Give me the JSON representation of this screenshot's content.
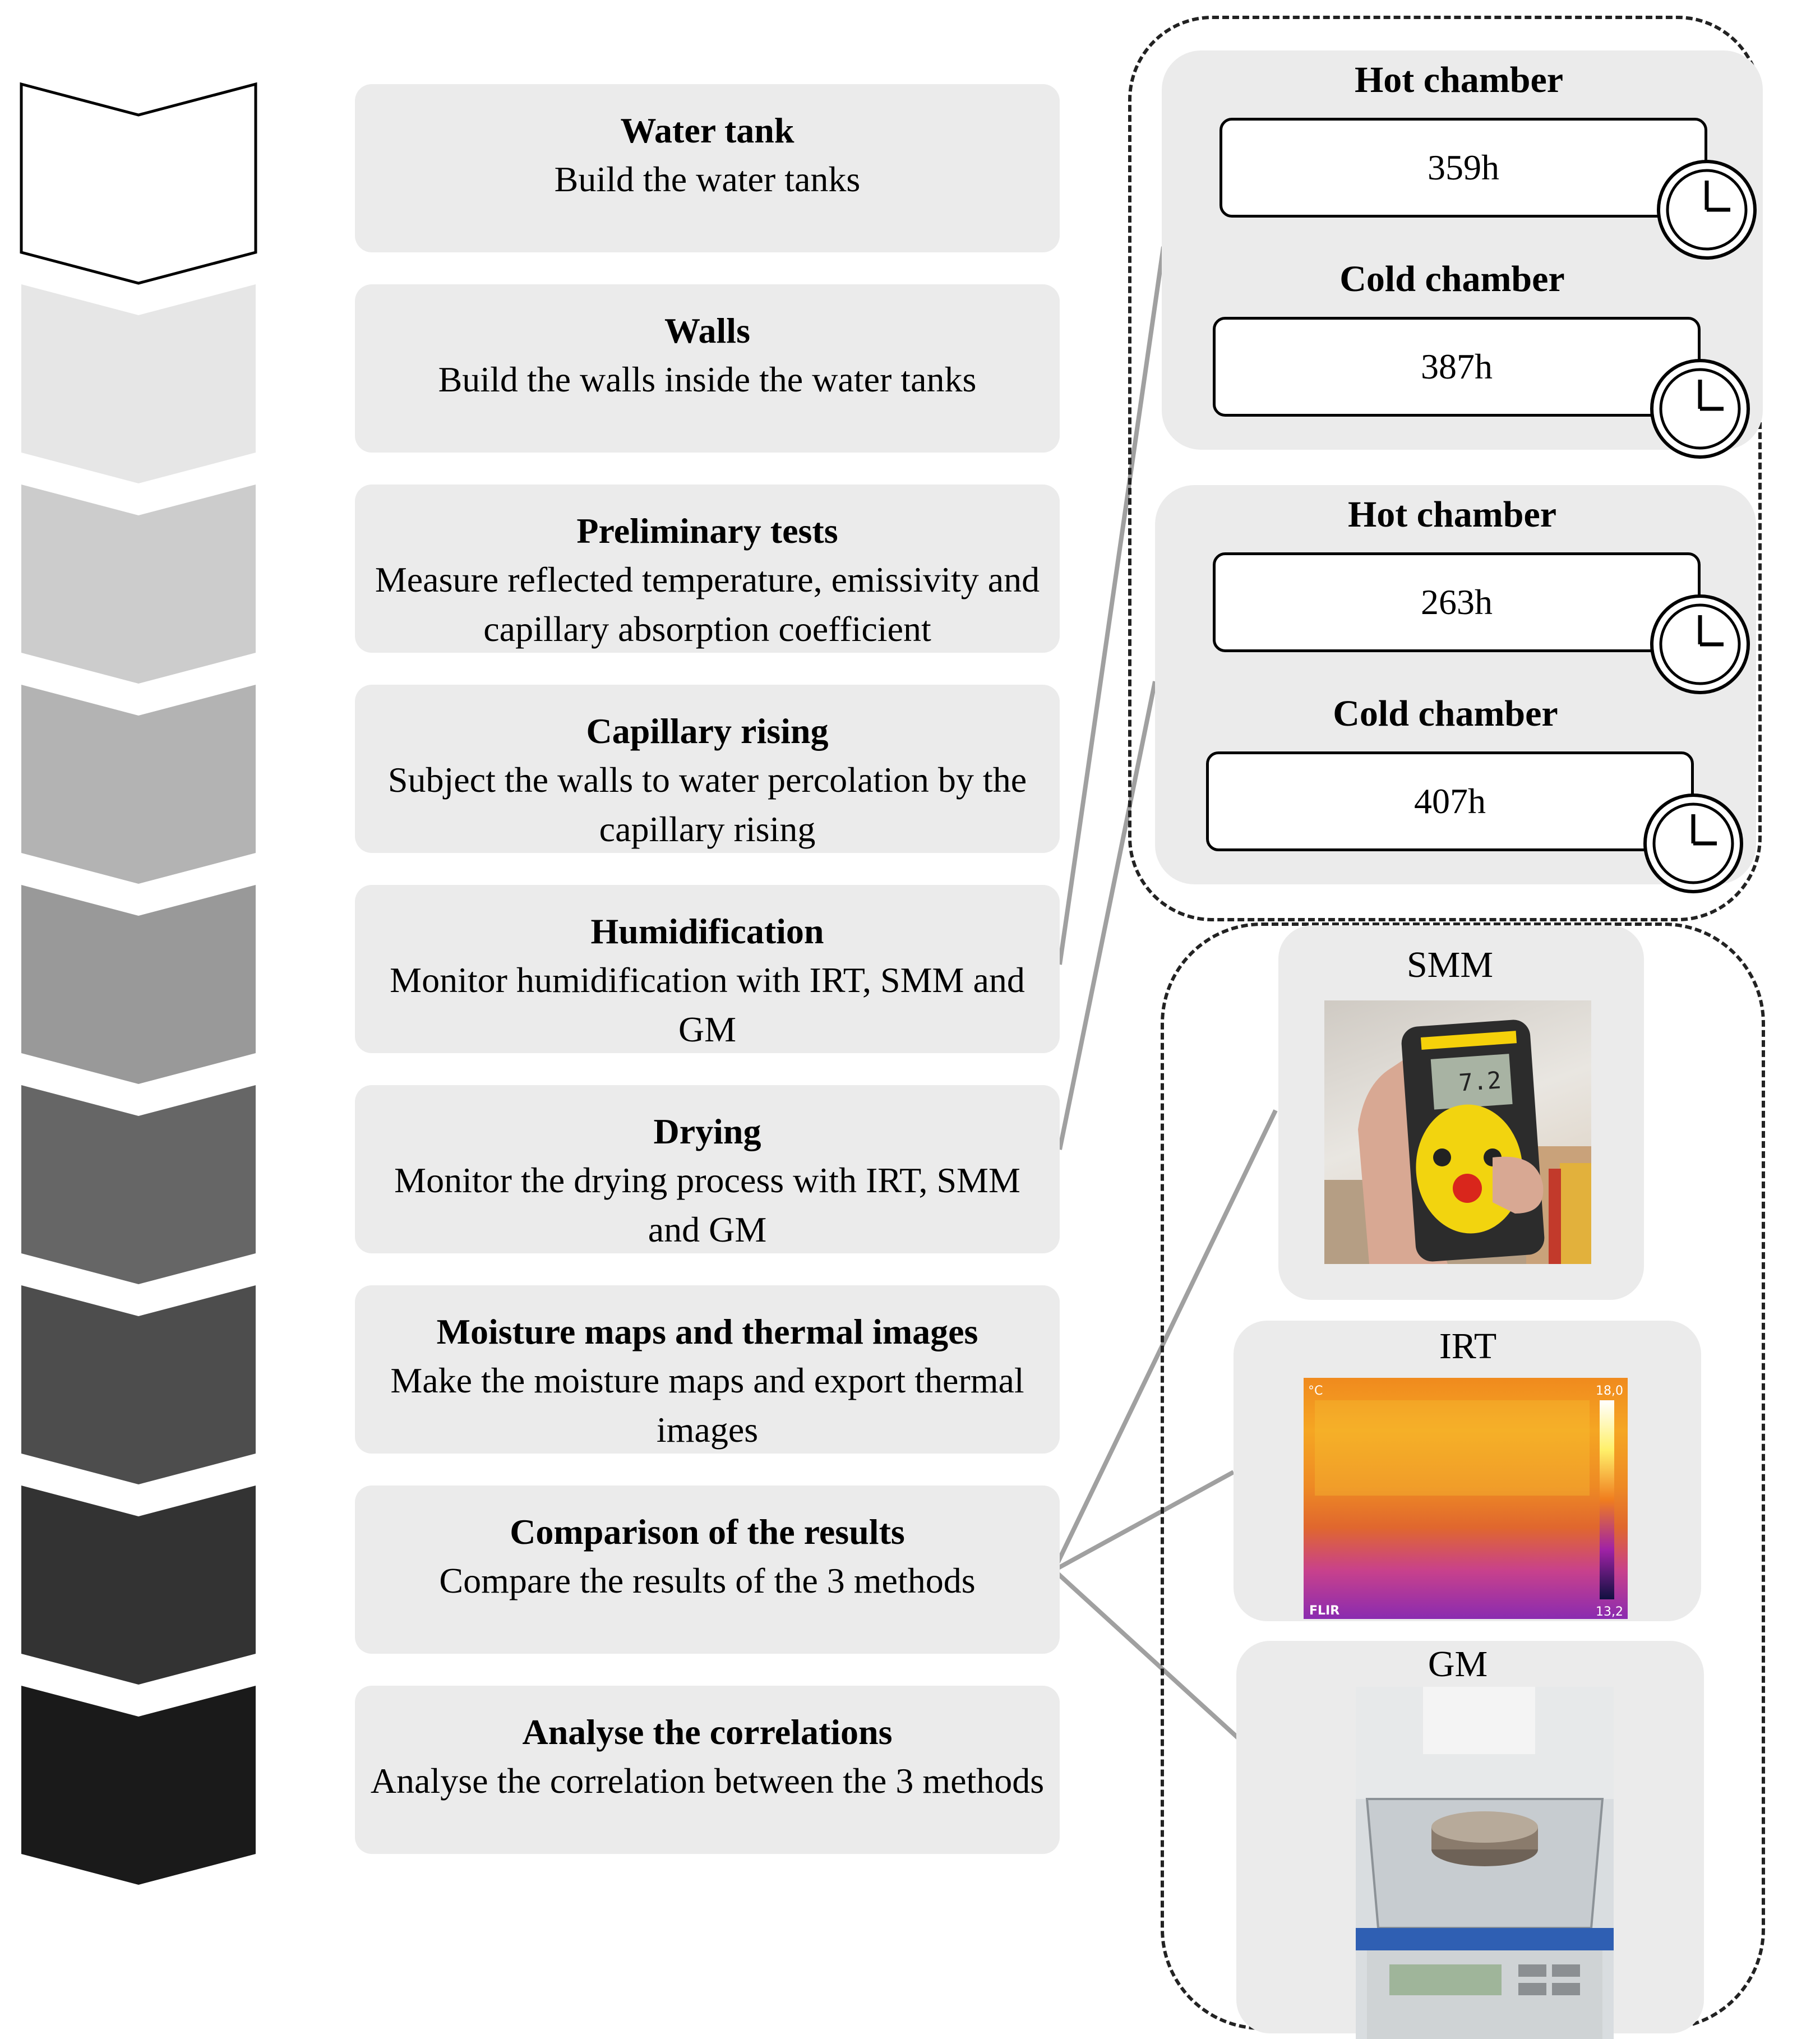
{
  "steps": [
    {
      "title": "Water tank",
      "description": "Build the water tanks",
      "shade": "#ffffff"
    },
    {
      "title": "Walls",
      "description": "Build the walls inside the water tanks",
      "shade": "#e6e6e6"
    },
    {
      "title": "Preliminary tests",
      "description": "Measure reflected temperature, emissivity and capillary absorption coefficient",
      "shade": "#cccccc"
    },
    {
      "title": "Capillary rising",
      "description": "Subject the walls to water percolation by the capillary rising",
      "shade": "#b3b3b3"
    },
    {
      "title": "Humidification",
      "description": "Monitor humidification with IRT, SMM and GM",
      "shade": "#999999"
    },
    {
      "title": "Drying",
      "description": "Monitor the drying process with IRT, SMM and GM",
      "shade": "#666666"
    },
    {
      "title": "Moisture maps and thermal images",
      "description": "Make the moisture maps and export thermal images",
      "shade": "#4d4d4d"
    },
    {
      "title": "Comparison of the results",
      "description": "Compare the results of the 3 methods",
      "shade": "#333333"
    },
    {
      "title": "Analyse the correlations",
      "description": "Analyse the correlation between the 3 methods",
      "shade": "#1a1a1a"
    }
  ],
  "chamber_groups": [
    {
      "timers": [
        {
          "label": "Hot chamber",
          "value": "359h"
        },
        {
          "label": "Cold chamber",
          "value": "387h"
        }
      ]
    },
    {
      "timers": [
        {
          "label": "Hot chamber",
          "value": "263h"
        },
        {
          "label": "Cold chamber",
          "value": "407h"
        }
      ]
    }
  ],
  "methods": [
    {
      "label": "SMM",
      "photo_text": "7.2"
    },
    {
      "label": "IRT",
      "scale_max": "18,0",
      "scale_min": "13,2",
      "unit": "°C",
      "brand": "FLIR"
    },
    {
      "label": "GM"
    }
  ],
  "colors": {
    "panel": "#ebebeb",
    "connector": "#a0a0a0",
    "outline": "#000000"
  }
}
